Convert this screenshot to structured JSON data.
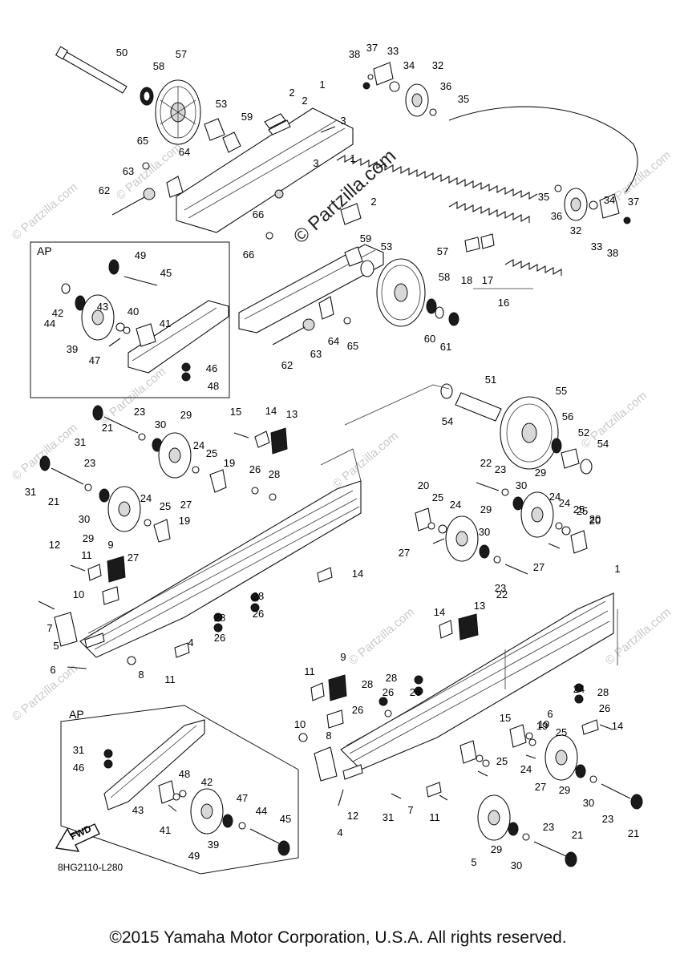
{
  "watermark": {
    "main": "© Partzilla.com",
    "repeat": "© Partzilla.com"
  },
  "ap_labels": [
    "AP",
    "AP"
  ],
  "fwd_label": "FWD",
  "diagram_code": "8HG2110-L280",
  "copyright": "©2015 Yamaha Motor Corporation, U.S.A. All rights reserved.",
  "callouts": [
    "50",
    "57",
    "58",
    "53",
    "59",
    "65",
    "64",
    "63",
    "62",
    "66",
    "1",
    "2",
    "2",
    "3",
    "38",
    "37",
    "33",
    "34",
    "32",
    "36",
    "35",
    "3",
    "1",
    "2",
    "35",
    "36",
    "32",
    "34",
    "37",
    "33",
    "38",
    "18",
    "17",
    "16",
    "66",
    "59",
    "53",
    "57",
    "58",
    "60",
    "61",
    "62",
    "63",
    "64",
    "65",
    "49",
    "45",
    "44",
    "43",
    "42",
    "40",
    "41",
    "39",
    "47",
    "46",
    "48",
    "51",
    "55",
    "56",
    "52",
    "54",
    "54",
    "23",
    "29",
    "30",
    "31",
    "21",
    "15",
    "14",
    "13",
    "24",
    "25",
    "19",
    "27",
    "31",
    "23",
    "21",
    "30",
    "24",
    "25",
    "19",
    "29",
    "27",
    "26",
    "28",
    "12",
    "11",
    "9",
    "10",
    "7",
    "6",
    "5",
    "8",
    "4",
    "11",
    "14",
    "28",
    "26",
    "28",
    "26",
    "22",
    "23",
    "29",
    "30",
    "24",
    "25",
    "20",
    "20",
    "25",
    "24",
    "29",
    "30",
    "27",
    "23",
    "22",
    "24",
    "25",
    "20",
    "27",
    "1",
    "14",
    "13",
    "28",
    "26",
    "11",
    "9",
    "28",
    "26",
    "10",
    "26",
    "8",
    "6",
    "19",
    "25",
    "24",
    "28",
    "26",
    "14",
    "15",
    "19",
    "25",
    "24",
    "27",
    "29",
    "30",
    "23",
    "21",
    "31",
    "7",
    "11",
    "12",
    "4",
    "5",
    "29",
    "30",
    "23",
    "21",
    "31",
    "46",
    "48",
    "42",
    "43",
    "41",
    "47",
    "44",
    "45",
    "49",
    "39",
    "40"
  ]
}
